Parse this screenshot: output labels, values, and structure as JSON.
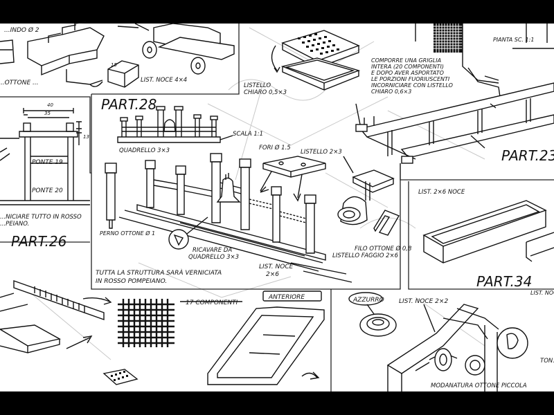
{
  "plan": {
    "top_left": {
      "label_top": "...INDO Ø 2",
      "label_side": "...OTTONE ...",
      "list_noce": "LIST. NOCE 4×4"
    },
    "top_center": {
      "listello": "LISTELLO",
      "chiaro": "CHIARO 0,5×3"
    },
    "note_right": {
      "lines": [
        "COMPORRE UNA GRIGLIA",
        "INTERA (20 COMPONENTI)",
        "E DOPO AVER ASPORTATO",
        "LE PORZIONI FUORIUSCENTI",
        "INCORNICIARE CON LISTELLO",
        "CHIARO 0,6×3"
      ]
    },
    "pianta": "PIANTA SC. 1:1",
    "part28": {
      "title": "PART.28",
      "scala": "SCALA 1:1",
      "quadrello": "QUADRELLO 3×3",
      "fori": "FORI Ø 1.5",
      "listello": "LISTELLO 2×3",
      "perno": "PERNO OTTONE Ø 1",
      "ricavare": [
        "RICAVARE DA",
        "QUADRELLO 3×3"
      ],
      "filo": "FILO OTTONE Ø 0,8",
      "listello_faggio": "LISTELLO FAGGIO 2×6",
      "list_noce": [
        "LIST. NOCE",
        "2×6"
      ],
      "note": [
        "TUTTA LA STRUTTURA SARÀ VERNICIATA",
        "IN ROSSO POMPEIANO."
      ]
    },
    "part26": {
      "title": "PART.26",
      "dims": [
        "40",
        "35",
        "13"
      ],
      "ponte19": "PONTE 19",
      "ponte20": "PONTE 20",
      "note": [
        "...NICIARE TUTTO IN ROSSO",
        "...PEIANO."
      ]
    },
    "part23": {
      "title": "PART.23"
    },
    "part34": {
      "title": "PART.34",
      "list": "LIST. 2×6 NOCE",
      "list_right": "LIST. NOCE"
    },
    "bottom": {
      "componenti": "17 COMPONENTI",
      "anteriore": "ANTERIORE",
      "azzurro": "AZZURRO",
      "list_noce": "LIST. NOCE 2×2",
      "modanatura": "MODANATURA OTTONE PICCOLA",
      "ton": "TON..."
    }
  }
}
